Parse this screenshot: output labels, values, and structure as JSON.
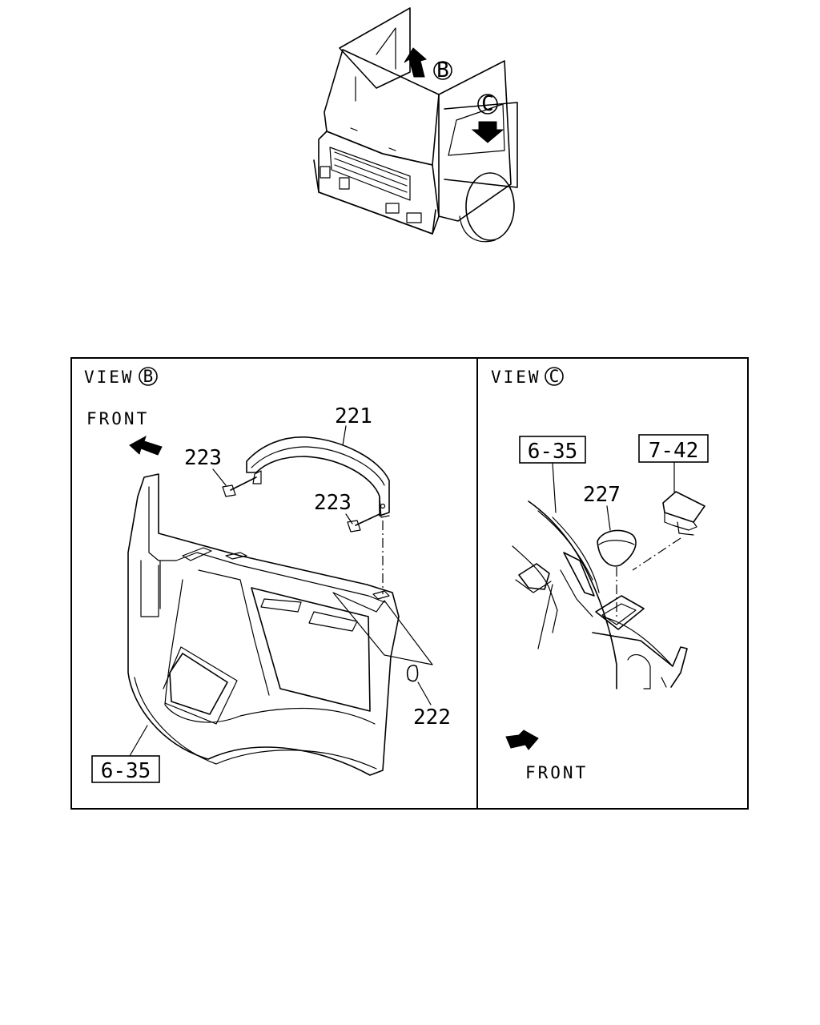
{
  "overview": {
    "marker_b": "B",
    "marker_c": "C"
  },
  "view_b": {
    "title": "VIEW",
    "marker": "B",
    "front_label": "FRONT",
    "parts": {
      "p221": "221",
      "p223_top": "223",
      "p223_bottom": "223",
      "p222": "222",
      "ref_635": "6-35"
    }
  },
  "view_c": {
    "title": "VIEW",
    "marker": "C",
    "front_label": "FRONT",
    "parts": {
      "ref_635": "6-35",
      "ref_742": "7-42",
      "p227": "227"
    }
  }
}
